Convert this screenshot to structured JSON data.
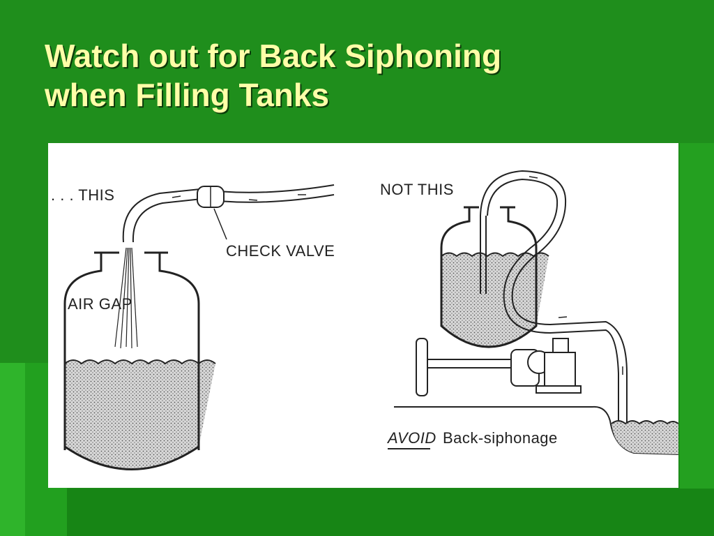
{
  "slide": {
    "title_line1": "Watch out for Back Siphoning",
    "title_line2": "when Filling Tanks"
  },
  "figure": {
    "left_caption": ". . . THIS",
    "check_valve_label": "CHECK VALVE",
    "air_gap_label": "AIR GAP",
    "right_caption": "NOT THIS",
    "avoid_label": "AVOID",
    "back_siphonage_label": "Back-siphonage"
  },
  "colors": {
    "background": "#1d8c1a",
    "title_text": "#ffffa8",
    "panel": "#ffffff",
    "line": "#222222"
  }
}
